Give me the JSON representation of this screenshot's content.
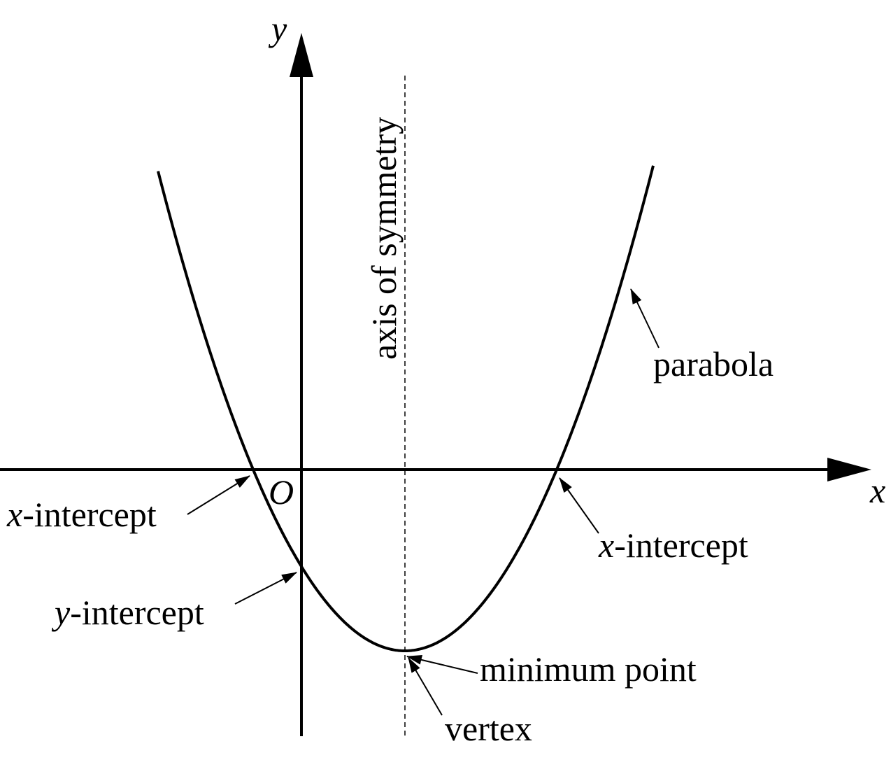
{
  "axes": {
    "x_label": "x",
    "y_label": "y",
    "origin_label": "O"
  },
  "labels": {
    "axis_of_symmetry": "axis of symmetry",
    "parabola": "parabola",
    "x_intercept_left_var": "x",
    "x_intercept_left_rest": "-intercept",
    "x_intercept_right_var": "x",
    "x_intercept_right_rest": "-intercept",
    "y_intercept_var": "y",
    "y_intercept_rest": "-intercept",
    "minimum_point": "minimum point",
    "vertex": "vertex"
  },
  "colors": {
    "ink": "#000000",
    "background": "#ffffff"
  }
}
